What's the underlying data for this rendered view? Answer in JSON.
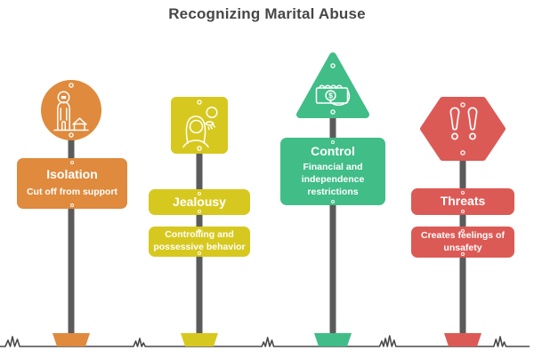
{
  "title": "Recognizing Marital Abuse",
  "colors": {
    "orange": "#DF8A3D",
    "yellow": "#D7C81F",
    "green": "#41BD88",
    "red": "#DC5A55",
    "pole": "#5B5B5B",
    "ground": "#4A4A4A",
    "heading": "#474747",
    "label": "#FFFFFF"
  },
  "signs": [
    {
      "id": "isolation",
      "shape": "circle",
      "icon": "person-leaving-home-icon",
      "color": "#DF8A3D",
      "title": "Isolation",
      "subtitle": "Cut off from support"
    },
    {
      "id": "jealousy",
      "shape": "rounded-square",
      "icon": "jealous-person-icon",
      "color": "#D7C81F",
      "title": "Jealousy",
      "subtitle": "Controlling and possessive behavior"
    },
    {
      "id": "control",
      "shape": "triangle",
      "icon": "money-in-hand-icon",
      "color": "#41BD88",
      "title": "Control",
      "subtitle": "Financial and independence restrictions"
    },
    {
      "id": "threats",
      "shape": "hexagon",
      "icon": "double-exclamation-icon",
      "color": "#DC5A55",
      "title": "Threats",
      "subtitle": "Creates feelings of unsafety"
    }
  ]
}
